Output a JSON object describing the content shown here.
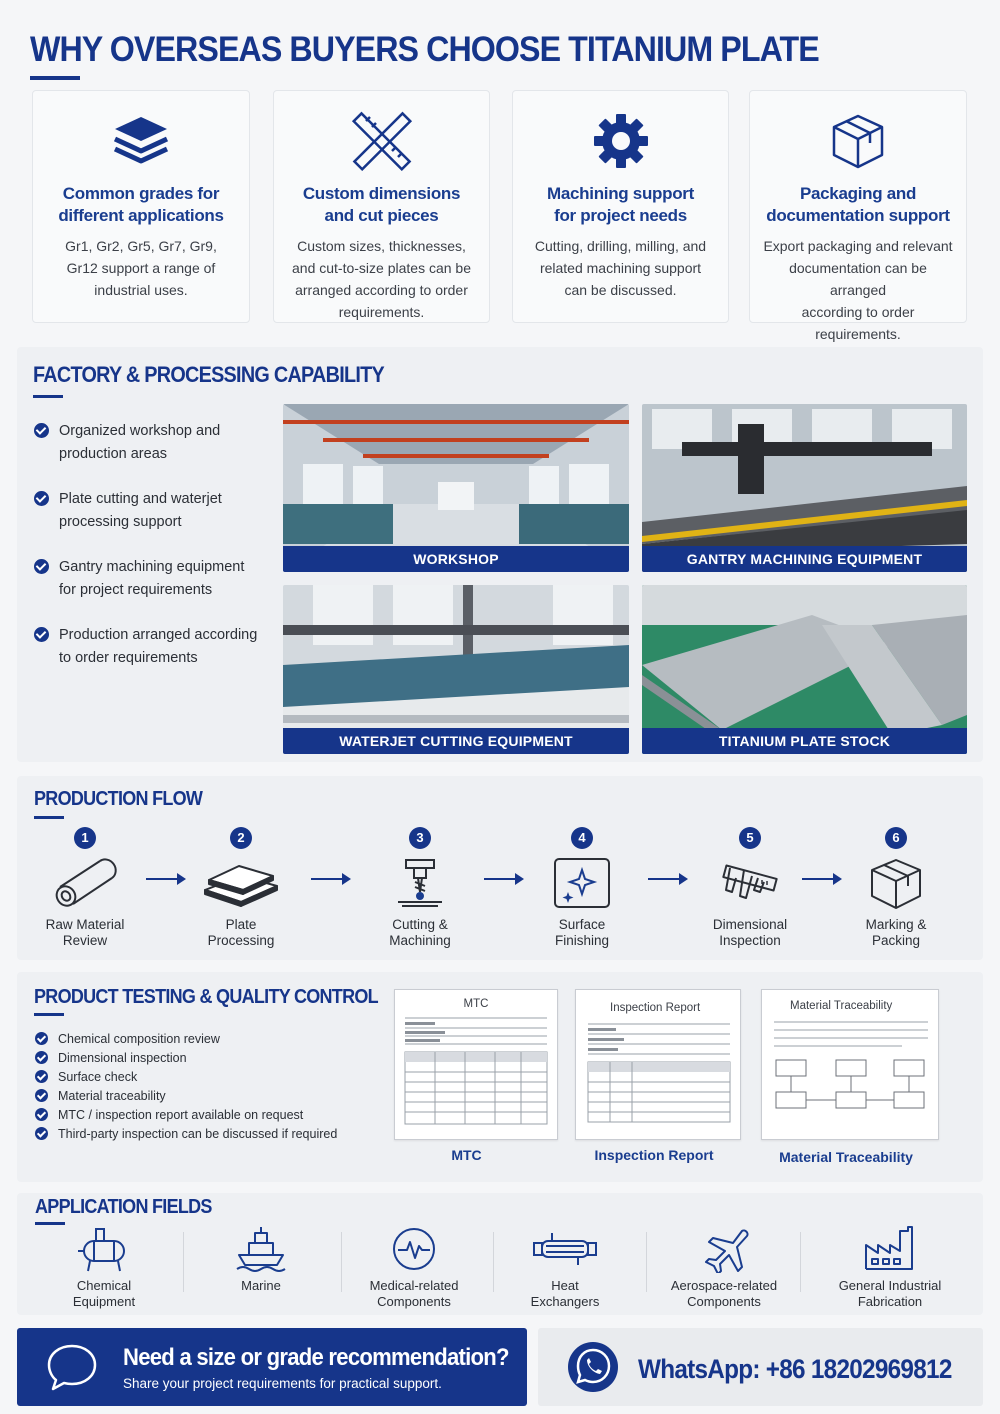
{
  "title": "WHY OVERSEAS BUYERS CHOOSE TITANIUM PLATE",
  "features": [
    {
      "icon": "layers-icon",
      "title_line1": "Common grades for",
      "title_line2": "different applications",
      "text_line1": "Gr1, Gr2, Gr5, Gr7, Gr9,",
      "text_line2": "Gr12 support a range of",
      "text_line3": "industrial uses.",
      "text_line4": ""
    },
    {
      "icon": "ruler-pencil-icon",
      "title_line1": "Custom dimensions",
      "title_line2": "and cut pieces",
      "text_line1": "Custom sizes, thicknesses,",
      "text_line2": "and cut-to-size plates can be",
      "text_line3": "arranged according to order",
      "text_line4": "requirements."
    },
    {
      "icon": "gear-icon",
      "title_line1": "Machining support",
      "title_line2": "for project needs",
      "text_line1": "Cutting, drilling, milling, and",
      "text_line2": "related machining support",
      "text_line3": "can be discussed.",
      "text_line4": ""
    },
    {
      "icon": "box-icon",
      "title_line1": "Packaging and",
      "title_line2": "documentation support",
      "text_line1": "Export packaging and relevant",
      "text_line2": "documentation can be arranged",
      "text_line3": "according to order",
      "text_line4": "requirements."
    }
  ],
  "factory": {
    "title": "FACTORY & PROCESSING CAPABILITY",
    "points": [
      {
        "line1": "Organized workshop and",
        "line2": "production areas"
      },
      {
        "line1": "Plate cutting and waterjet",
        "line2": "processing support"
      },
      {
        "line1": "Gantry machining equipment",
        "line2": "for project requirements"
      },
      {
        "line1": "Production arranged according",
        "line2": "to order requirements"
      }
    ],
    "photos": [
      "WORKSHOP",
      "GANTRY MACHINING EQUIPMENT",
      "WATERJET CUTTING EQUIPMENT",
      "TITANIUM PLATE STOCK"
    ]
  },
  "flow": {
    "title": "PRODUCTION FLOW",
    "steps": [
      {
        "num": "1",
        "line1": "Raw Material",
        "line2": "Review"
      },
      {
        "num": "2",
        "line1": "Plate",
        "line2": "Processing"
      },
      {
        "num": "3",
        "line1": "Cutting &",
        "line2": "Machining"
      },
      {
        "num": "4",
        "line1": "Surface",
        "line2": "Finishing"
      },
      {
        "num": "5",
        "line1": "Dimensional",
        "line2": "Inspection"
      },
      {
        "num": "6",
        "line1": "Marking &",
        "line2": "Packing"
      }
    ]
  },
  "qc": {
    "title": "PRODUCT TESTING & QUALITY CONTROL",
    "items": [
      "Chemical composition review",
      "Dimensional inspection",
      "Surface check",
      "Material traceability",
      "MTC / inspection report available on request",
      "Third-party inspection can be discussed if required"
    ],
    "docs": [
      {
        "header": "MTC",
        "caption": "MTC"
      },
      {
        "header": "Inspection Report",
        "caption": "Inspection Report"
      },
      {
        "header": "Material Traceability",
        "caption": "Material Traceability"
      }
    ]
  },
  "applications": {
    "title": "APPLICATION FIELDS",
    "items": [
      {
        "line1": "Chemical",
        "line2": "Equipment"
      },
      {
        "line1": "Marine",
        "line2": ""
      },
      {
        "line1": "Medical-related",
        "line2": "Components"
      },
      {
        "line1": "Heat",
        "line2": "Exchangers"
      },
      {
        "line1": "Aerospace-related",
        "line2": "Components"
      },
      {
        "line1": "General Industrial",
        "line2": "Fabrication"
      }
    ]
  },
  "cta": {
    "headline": "Need a size or grade recommendation?",
    "sub": "Share your project requirements for practical support."
  },
  "whatsapp": "WhatsApp: +86 18202969812",
  "colors": {
    "brand": "#16358a",
    "panel": "#eef0f3"
  }
}
